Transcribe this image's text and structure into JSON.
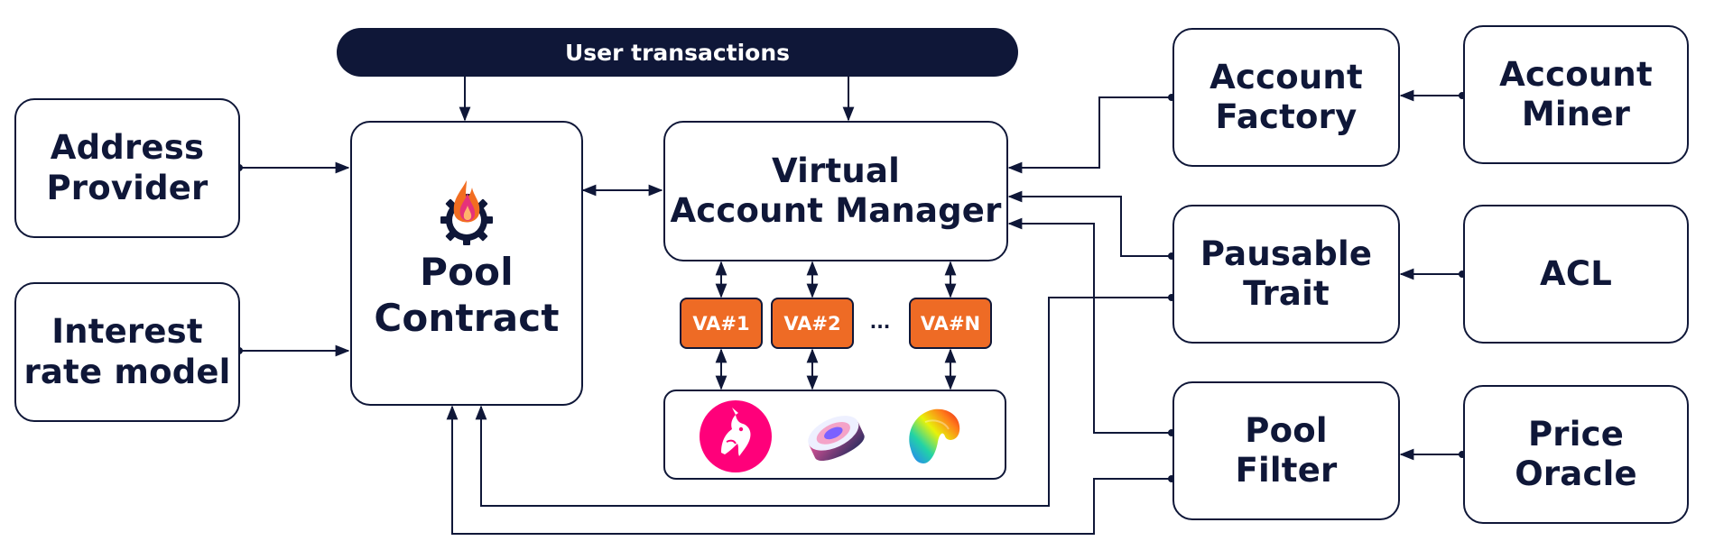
{
  "banner": {
    "label": "User transactions"
  },
  "boxes": {
    "address_provider": "Address\nProvider",
    "interest_rate_model": "Interest\nrate model",
    "pool_contract": "Pool\nContract",
    "virtual_account_manager": "Virtual\nAccount  Manager",
    "account_factory": "Account\nFactory",
    "account_miner": "Account\nMiner",
    "pausable_trait": "Pausable\nTrait",
    "acl": "ACL",
    "pool_filter": "Pool\nFilter",
    "price_oracle": "Price\nOracle"
  },
  "virtual_accounts": {
    "va1": "VA#1",
    "va2": "VA#2",
    "ellipsis": "...",
    "van": "VA#N"
  },
  "icons": {
    "pool_logo": "flame-gear-icon",
    "protocol_1": "uniswap-unicorn-icon",
    "protocol_2": "sushiswap-icon",
    "protocol_3": "curve-icon"
  },
  "colors": {
    "navy": "#0f1738",
    "va_orange": "#ee6b25",
    "uniswap_pink": "#ff007a",
    "sushi_purple": "#7b61ff",
    "flame_orange": "#f26d21",
    "flame_pink": "#e6327a"
  }
}
